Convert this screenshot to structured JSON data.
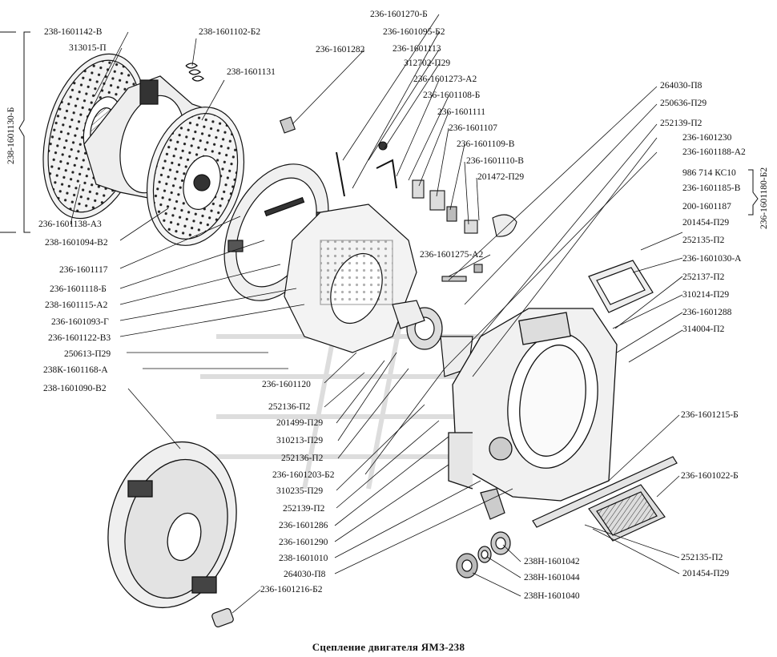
{
  "caption": "Сцепление двигателя ЯМЗ-238",
  "group_left": "238-1601130-Б",
  "group_right": "236-1601180-Б2",
  "labels": [
    {
      "id": "l1",
      "text": "238-1601142-В"
    },
    {
      "id": "l2",
      "text": "313015-П"
    },
    {
      "id": "l3",
      "text": "238-1601102-Б2"
    },
    {
      "id": "l4",
      "text": "238-1601131"
    },
    {
      "id": "l5",
      "text": "236-1601138-А3"
    },
    {
      "id": "l6",
      "text": "238-1601094-В2"
    },
    {
      "id": "l7",
      "text": "236-1601117"
    },
    {
      "id": "l8",
      "text": "236-1601118-Б"
    },
    {
      "id": "l9",
      "text": "238-1601115-А2"
    },
    {
      "id": "l10",
      "text": "236-1601093-Г"
    },
    {
      "id": "l11",
      "text": "236-1601122-В3"
    },
    {
      "id": "l12",
      "text": "250613-П29"
    },
    {
      "id": "l13",
      "text": "238К-1601168-А"
    },
    {
      "id": "l14",
      "text": "238-1601090-В2"
    },
    {
      "id": "l15",
      "text": "236-1601282"
    },
    {
      "id": "l16",
      "text": "236-1601270-Б"
    },
    {
      "id": "l17",
      "text": "236-1601095-Б2"
    },
    {
      "id": "l18",
      "text": "236-1601113"
    },
    {
      "id": "l19",
      "text": "312702-П29"
    },
    {
      "id": "l20",
      "text": "236-1601273-А2"
    },
    {
      "id": "l21",
      "text": "236-1601108-Б"
    },
    {
      "id": "l22",
      "text": "236-1601111"
    },
    {
      "id": "l23",
      "text": "236-1601107"
    },
    {
      "id": "l24",
      "text": "236-1601109-В"
    },
    {
      "id": "l25",
      "text": "236-1601110-В"
    },
    {
      "id": "l26",
      "text": "201472-П29"
    },
    {
      "id": "l27",
      "text": "236-1601275-А2"
    },
    {
      "id": "l28",
      "text": "264030-П8"
    },
    {
      "id": "l29",
      "text": "250636-П29"
    },
    {
      "id": "l30",
      "text": "252139-П2"
    },
    {
      "id": "l31",
      "text": "236-1601230"
    },
    {
      "id": "l32",
      "text": "236-1601188-А2"
    },
    {
      "id": "l33",
      "text": "986 714 КС10"
    },
    {
      "id": "l34",
      "text": "236-1601185-В"
    },
    {
      "id": "l35",
      "text": "200-1601187"
    },
    {
      "id": "l36",
      "text": "201454-П29"
    },
    {
      "id": "l37",
      "text": "252135-П2"
    },
    {
      "id": "l38",
      "text": "236-1601030-А"
    },
    {
      "id": "l39",
      "text": "252137-П2"
    },
    {
      "id": "l40",
      "text": "310214-П29"
    },
    {
      "id": "l41",
      "text": "236-1601288"
    },
    {
      "id": "l42",
      "text": "314004-П2"
    },
    {
      "id": "l43",
      "text": "236-1601120"
    },
    {
      "id": "l44",
      "text": "252136-П2"
    },
    {
      "id": "l45",
      "text": "201499-П29"
    },
    {
      "id": "l46",
      "text": "310213-П29"
    },
    {
      "id": "l47",
      "text": "252136-П2"
    },
    {
      "id": "l48",
      "text": "236-1601203-Б2"
    },
    {
      "id": "l49",
      "text": "310235-П29"
    },
    {
      "id": "l50",
      "text": "252139-П2"
    },
    {
      "id": "l51",
      "text": "236-1601286"
    },
    {
      "id": "l52",
      "text": "236-1601290"
    },
    {
      "id": "l53",
      "text": "238-1601010"
    },
    {
      "id": "l54",
      "text": "264030-П8"
    },
    {
      "id": "l55",
      "text": "236-1601216-Б2"
    },
    {
      "id": "l56",
      "text": "236-1601215-Б"
    },
    {
      "id": "l57",
      "text": "236-1601022-Б"
    },
    {
      "id": "l58",
      "text": "252135-П2"
    },
    {
      "id": "l59",
      "text": "201454-П29"
    },
    {
      "id": "l60",
      "text": "238Н-1601042"
    },
    {
      "id": "l61",
      "text": "238Н-1601044"
    },
    {
      "id": "l62",
      "text": "238Н-1601040"
    }
  ]
}
